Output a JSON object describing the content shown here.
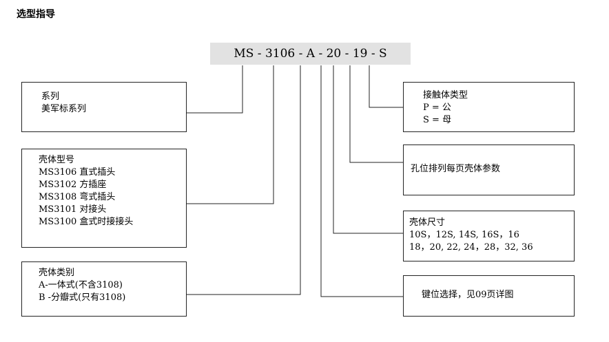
{
  "title": "选型指导",
  "code": {
    "segments": [
      "MS",
      " - ",
      "3106",
      " - ",
      "A",
      " - ",
      "20",
      " - ",
      "19",
      " - ",
      "S"
    ]
  },
  "boxes": {
    "series": [
      "系列",
      "美军标系列"
    ],
    "shell_type": [
      "壳体型号",
      "MS3106 直式插头",
      "MS3102 方插座",
      "MS3108 弯式插头",
      "MS3101 对接头",
      "MS3100 盒式时接接头"
    ],
    "shell_category": [
      "壳体类别",
      "A-一体式(不含3108)",
      "B -分瓣式(只有3108)"
    ],
    "contact_type": [
      "接触体类型",
      "P = 公",
      "S = 母"
    ],
    "insert_arrangement": [
      "孔位排列每页壳体参数"
    ],
    "shell_size": [
      "壳体尺寸",
      "10S，12S, 14S, 16S，16",
      "18，20, 22, 24，28，32, 36"
    ],
    "keyway": [
      "键位选择，见09页详图"
    ]
  },
  "colors": {
    "code_bar": "#e2e2e2",
    "lines": "#222222"
  }
}
